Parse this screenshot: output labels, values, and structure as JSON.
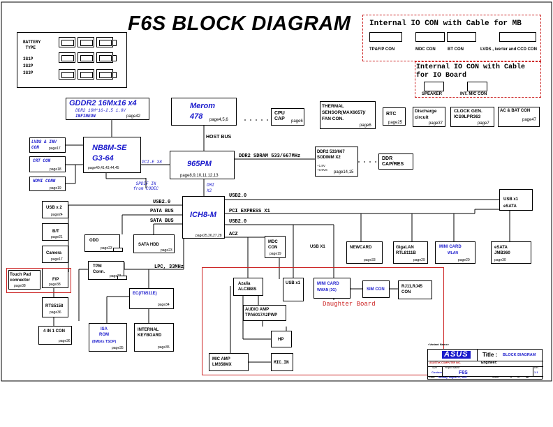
{
  "title": "F6S  BLOCK DIAGRAM",
  "battery": {
    "type_label": "BATTERY\n TYPE",
    "cells": [
      "3S1P",
      "3S2P",
      "3S3P"
    ]
  },
  "internal_io_mb": {
    "title": "Internal IO CON with Cable for MB",
    "items": [
      "TP&F/P CON",
      "MDC CON",
      "BT CON",
      "LVDS , iverter and CCD CON"
    ]
  },
  "internal_io_board": {
    "title": "Internal IO CON with Cable for IO Board",
    "items": [
      "SPEAKER",
      "INT. MIC CON"
    ]
  },
  "gddr2": {
    "name": "GDDR2 16Mx16 x4",
    "sub1": "DDR2 16M*16-2.5 1.8V",
    "sub2": "INFINEON",
    "page": "page42"
  },
  "cpu": {
    "name": "Merom",
    "socket": "478",
    "page": "page4,5,6"
  },
  "cpu_cap": {
    "name": "CPU\nCAP",
    "page": "page6"
  },
  "thermal": {
    "name": "THERMAL\nSENSOR(MAX6657)/\nFAN CON.",
    "page": "page6"
  },
  "rtc": {
    "name": "RTC",
    "page": "page25"
  },
  "discharge": {
    "name": "Discharge\ncircuit",
    "page": "page37"
  },
  "clock": {
    "name": "CLOCK GEN.\nICS9LPR363",
    "page": "page7"
  },
  "ac_bat": {
    "name": "AC & BAT CON",
    "page": "page47"
  },
  "host_bus": "HOST BUS",
  "lvds": {
    "name": "LVDS & INV\nCON",
    "page": "page17"
  },
  "crt": {
    "name": "CRT CON",
    "page": "page18"
  },
  "hdmi": {
    "name": "HDMI CONN",
    "page": "page19"
  },
  "gpu": {
    "name": "NB8M-SE\nG3-64",
    "page": "page40,41,43,44,45"
  },
  "pcie_x8": "PCI-E X8",
  "spdif": "SPDIF IN\nfrom CODEC",
  "nb": {
    "name": "965PM",
    "page": "page8,9,10,11,12,13"
  },
  "ddr2_bus": "DDR2 SDRAM 533/667MHz",
  "sodimm": {
    "name": "DDR2 533/667\nSODIMM X2",
    "sub": "+1.8V\n+0.9VS",
    "page": "page14,15"
  },
  "ddr_cap": {
    "name": "DDR\nCAP/RES"
  },
  "dmi": "DMI\nX2",
  "sb": {
    "name": "ICH8-M",
    "page": "page25,26,27,28"
  },
  "buses": {
    "usb_right": "USB2.0",
    "usb_left": "USB2.0",
    "pata": "PATA BUS",
    "pcie_x1": "PCI EXPRESS X1",
    "sata": "SATA BUS",
    "usb_mid": "USB2.0",
    "acz": "ACZ",
    "lpc": "LPC, 33MHz",
    "usb_x1": "USB X1"
  },
  "usb_x2": {
    "name": "USB x 2",
    "page": "page24"
  },
  "bt": {
    "name": "B/T",
    "page": "page21"
  },
  "camera": {
    "name": "Camera",
    "page": "page17"
  },
  "fp": {
    "name": "F/P",
    "page": "page38"
  },
  "touchpad": {
    "name": "Touch Pad\nconnector",
    "page": "page38"
  },
  "rts": {
    "name": "RTS5158",
    "page": "page36"
  },
  "four_in_one": {
    "name": "4 IN 1 CON",
    "page": "page36"
  },
  "odd": {
    "name": "ODD",
    "page": "page23"
  },
  "sata_hdd": {
    "name": "SATA HDD",
    "page": "page23"
  },
  "tpm": {
    "name": "TPM\nConn.",
    "page": "page21"
  },
  "ec": {
    "name": "EC(IT8511E)",
    "page": "page34"
  },
  "isa_rom": {
    "name": "ISA\nROM",
    "sub": "(8Mbits TSOP)",
    "page": "page35"
  },
  "keyboard": {
    "name": "INTERNAL\nKEYBOARD",
    "page": "page35"
  },
  "mdc": {
    "name": "MDC\nCON",
    "page": "page19"
  },
  "newcard": {
    "name": "NEWCARD",
    "page": "page33"
  },
  "gigalan": {
    "name": "GigaLAN\nRTL8111B",
    "page": "page29"
  },
  "minicard_wlan": {
    "name": "MINI CARD",
    "sub": "WLAN",
    "page": "page20"
  },
  "esata_jmb": {
    "name": "eSATA\nJMB360",
    "page": "page30"
  },
  "usb_esata": {
    "name": "USB x1\neSATA"
  },
  "azalia": {
    "name": "Azalia\nALC888S"
  },
  "usb_x1_db": {
    "name": "USB x1"
  },
  "minicard_wwan": {
    "name": "MINI CARD",
    "sub": "WWAN (3G)"
  },
  "sim": {
    "name": "SIM CON"
  },
  "rj": {
    "name": "RJ11,RJ45\nCON"
  },
  "audio_amp": {
    "name": "AUDIO AMP\nTPA6017A2PWP"
  },
  "hp": {
    "name": "HP"
  },
  "mic_amp": {
    "name": "MIC AMP\nLM358MX"
  },
  "mic_in": {
    "name": "MIC_IN"
  },
  "daughter": "Daughter Board",
  "titleblock": {
    "variant": "<Variant Name>",
    "company": "ASUSTeK COMPUTER INC.",
    "title_label": "Title :",
    "title_value": "BLOCK DIAGRAM",
    "engineer_label": "Engineer:",
    "size_label": "Size",
    "size_value": "Custom",
    "project_label": "Project Name",
    "project_value": "F6S",
    "rev_label": "Rev",
    "rev_value": "1.1",
    "date_label": "Date:",
    "date_value": "Tuesday, August 07, 2007",
    "sheet_label": "Sheet",
    "sheet_value": "2",
    "of_label": "of",
    "of_value": "56",
    "logo": "ASUS"
  },
  "colors": {
    "accent_red": "#cc2222",
    "accent_blue": "#1a1acc"
  }
}
